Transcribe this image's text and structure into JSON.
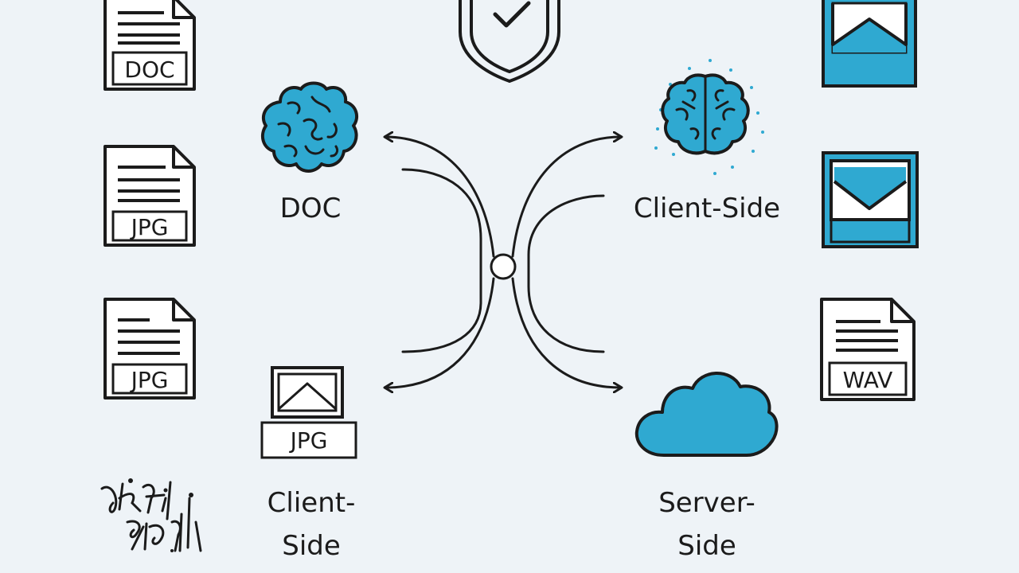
{
  "left_files": [
    {
      "name": "file-doc-1",
      "tag": "DOC"
    },
    {
      "name": "file-jpg-1",
      "tag": "JPG"
    },
    {
      "name": "file-jpg-2",
      "tag": "JPG"
    }
  ],
  "right_files": [
    {
      "name": "image-file-1",
      "icon": "picture-icon"
    },
    {
      "name": "image-file-2",
      "icon": "picture-icon"
    },
    {
      "name": "file-wav",
      "tag": "WAV"
    }
  ],
  "nodes": {
    "left_top_label": "DOC",
    "left_bottom_tag": "JPG",
    "left_bottom_label_line1": "Client-",
    "left_bottom_label_line2": "Side",
    "right_top_label": "Client-Side",
    "right_bottom_label_line1": "Server-",
    "right_bottom_label_line2": "Side"
  },
  "colors": {
    "accent": "#2fa9d1",
    "stroke": "#1b1b1b",
    "background": "#eef3f7"
  }
}
